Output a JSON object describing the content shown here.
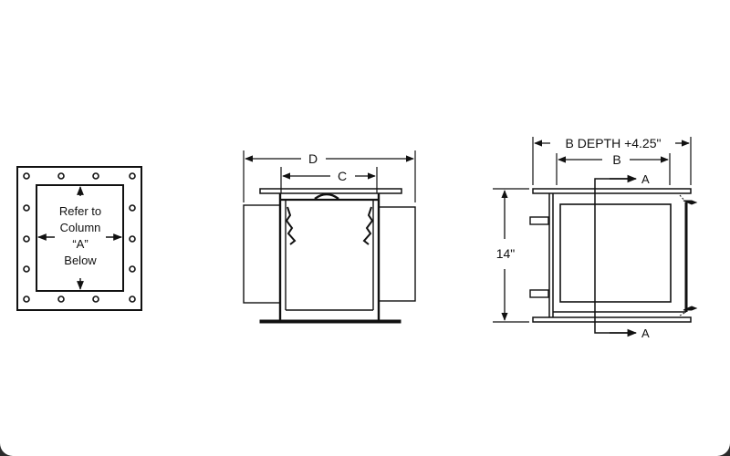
{
  "diagram": {
    "colors": {
      "background": "#ffffff",
      "line": "#111111"
    },
    "front_view": {
      "note_lines": [
        "Refer to",
        "Column",
        "“A”",
        "Below"
      ]
    },
    "side_view": {
      "dimension_outer": "D",
      "dimension_inner": "C"
    },
    "section_view": {
      "dimension_top_outer": "B DEPTH +4.25\"",
      "dimension_top_inner": "B",
      "dimension_height": "14\"",
      "section_marker_top": "A",
      "section_marker_bottom": "A"
    }
  }
}
